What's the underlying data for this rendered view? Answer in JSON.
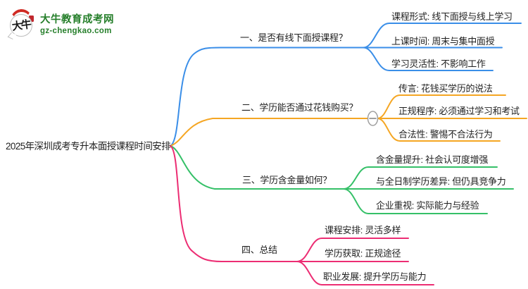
{
  "logo": {
    "icon_text": "大牛",
    "title": "大牛教育成考网",
    "domain": "gz-chengkao.com",
    "brand_color": "#267f2b"
  },
  "root": {
    "label": "2025年深圳成考专升本面授课程时间安排"
  },
  "branches": [
    {
      "label": "一、是否有线下面授课程？",
      "color": "#3a8ee8",
      "children": [
        "课程形式: 线下面授与线上学习",
        "上课时间: 周末与集中面授",
        "学习灵活性: 不影响工作"
      ]
    },
    {
      "label": "二、学历能否通过花钱购买？",
      "color": "#f5a623",
      "collapse_icon": "minus-icon",
      "children": [
        "传言: 花钱买学历的说法",
        "正规程序: 必须通过学习和考试",
        "合法性: 警惕不合法行为"
      ]
    },
    {
      "label": "三、学历含金量如何？",
      "color": "#35c068",
      "children": [
        "含金量提升: 社会认可度增强",
        "与全日制学历差异: 但仍具竞争力",
        "企业重视: 实际能力与经验"
      ]
    },
    {
      "label": "四、总结",
      "color": "#ec2d73",
      "children": [
        "课程安排: 灵活多样",
        "学历获取: 正规途径",
        "职业发展: 提升学历与能力"
      ]
    }
  ],
  "text_color": "#1f1f1f",
  "background_color": "#ffffff"
}
